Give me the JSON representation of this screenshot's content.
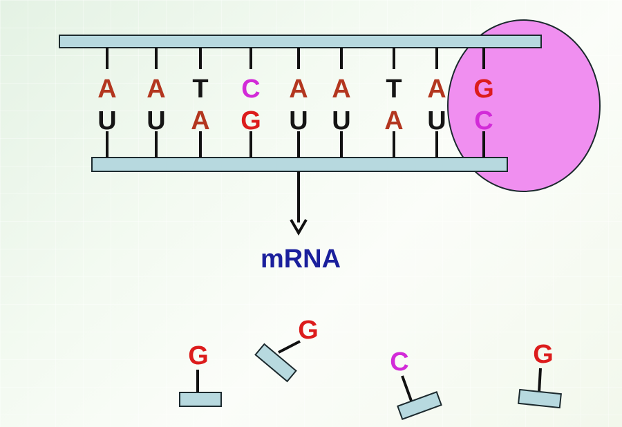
{
  "colors": {
    "strand": "#b7d9df",
    "strand_border": "#1c2a2e",
    "enzyme": "#f08ff0",
    "A": "#b3361f",
    "T": "#151515",
    "U": "#151515",
    "G": "#dc1c1c",
    "C": "#d22bd8",
    "mrna_label": "#1a1f9c"
  },
  "dna_strand": [
    "A",
    "A",
    "T",
    "C",
    "A",
    "A",
    "T",
    "A",
    "G"
  ],
  "rna_strand": [
    "U",
    "U",
    "A",
    "G",
    "U",
    "U",
    "A",
    "U",
    "C"
  ],
  "output_label": "mRNA",
  "free_nucleotides": [
    "G",
    "G",
    "C",
    "G"
  ]
}
